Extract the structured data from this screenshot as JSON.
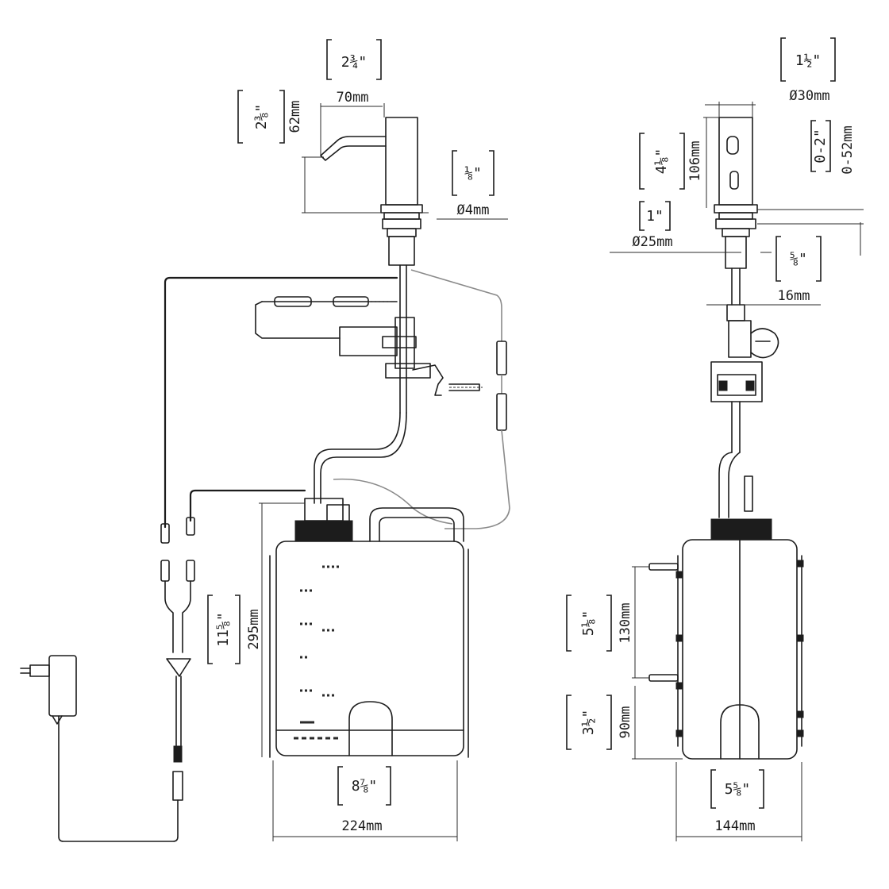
{
  "front": {
    "spout_width": {
      "inch": "2¾\"",
      "mm": "70mm"
    },
    "spout_height": {
      "inch": "2⅜\"",
      "mm": "62mm"
    },
    "shank_dia": {
      "inch": "⅛\"",
      "mm": "Ø4mm"
    },
    "tank_height": {
      "inch": "11⅝\"",
      "mm": "295mm"
    },
    "tank_width": {
      "inch": "8⅞\"",
      "mm": "224mm"
    }
  },
  "side": {
    "body_dia": {
      "inch": "1½\"",
      "mm": "Ø30mm"
    },
    "body_height": {
      "inch": "4⅛\"",
      "mm": "106mm"
    },
    "deck_range": {
      "inch": "0-2\"",
      "mm": "0-52mm"
    },
    "base_dia": {
      "inch": "1\"",
      "mm": "Ø25mm"
    },
    "thread": {
      "inch": "⅝\"",
      "mm": "16mm"
    },
    "bracket_spacing": {
      "inch": "5⅛\"",
      "mm": "130mm"
    },
    "handle_height": {
      "inch": "3½\"",
      "mm": "90mm"
    },
    "tank_depth": {
      "inch": "5⅝\"",
      "mm": "144mm"
    }
  }
}
